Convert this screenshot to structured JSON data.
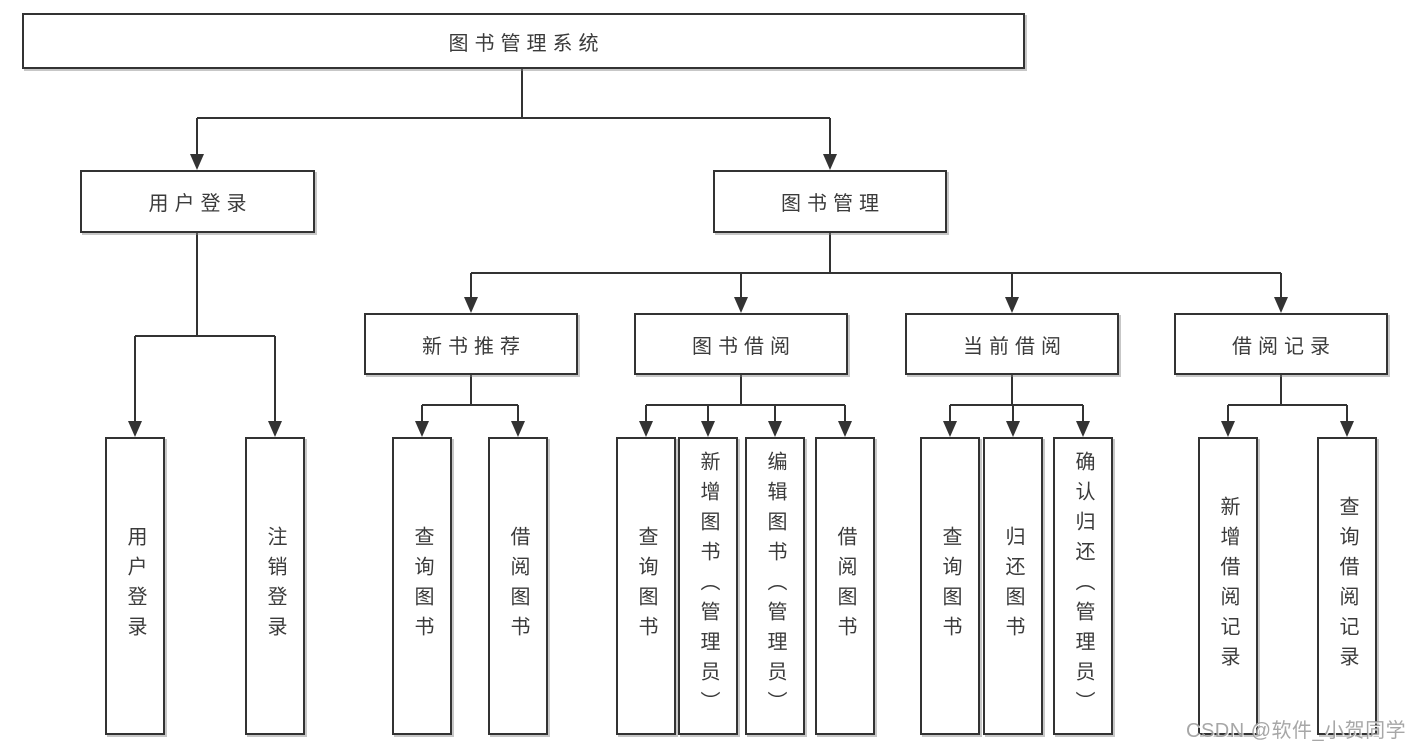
{
  "root": {
    "label": "图书管理系统"
  },
  "branches": [
    {
      "label": "用户登录",
      "leaves": [
        "用户登录",
        "注销登录"
      ]
    },
    {
      "label": "图书管理",
      "groups": [
        {
          "label": "新书推荐",
          "leaves": [
            "查询图书",
            "借阅图书"
          ]
        },
        {
          "label": "图书借阅",
          "leaves": [
            "查询图书",
            "新增图书（管理员）",
            "编辑图书（管理员）",
            "借阅图书"
          ]
        },
        {
          "label": "当前借阅",
          "leaves": [
            "查询图书",
            "归还图书",
            "确认归还（管理员）"
          ]
        },
        {
          "label": "借阅记录",
          "leaves": [
            "新增借阅记录",
            "查询借阅记录"
          ]
        }
      ]
    }
  ],
  "watermark": "CSDN @软件_小贺同学",
  "colors": {
    "line": "#333333",
    "text": "#3b3b3b",
    "background": "#ffffff",
    "watermark": "#9e9e9e"
  }
}
